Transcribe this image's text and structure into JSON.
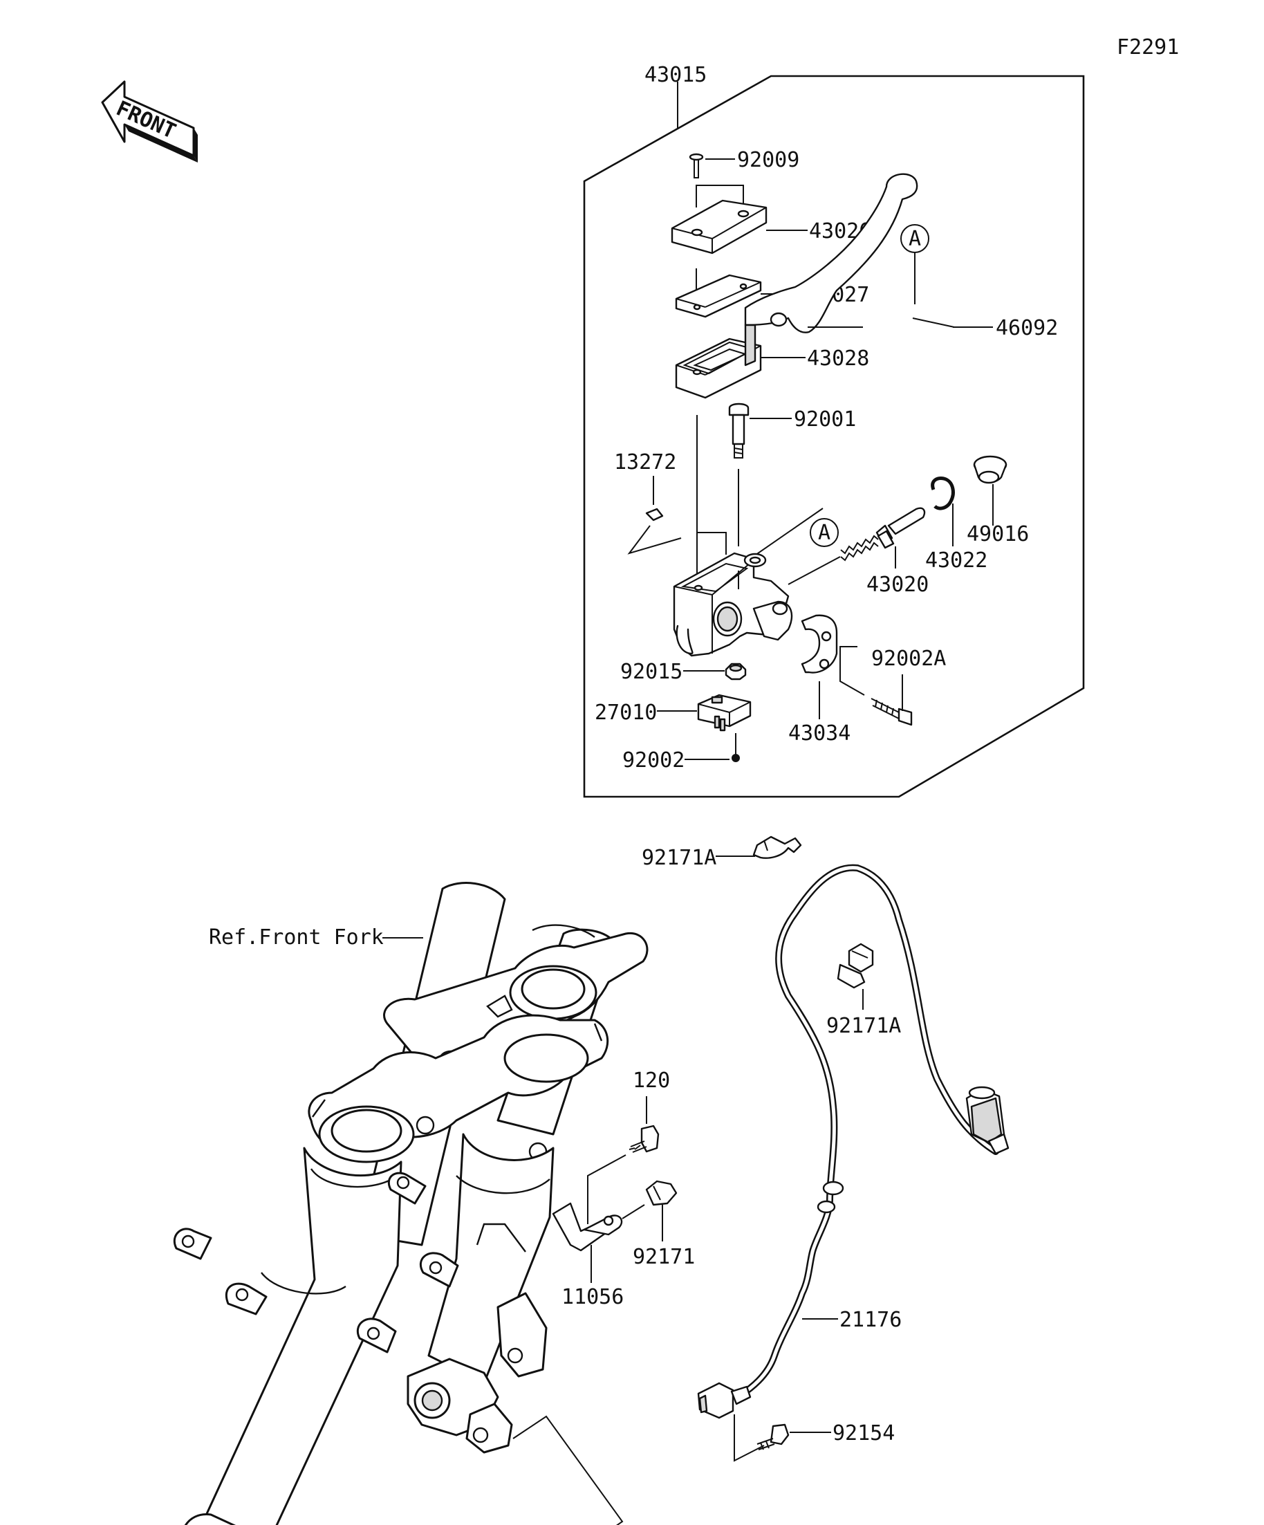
{
  "figure_code": "F2291",
  "front_arrow_label": "FRONT",
  "reference_label": "Ref.Front Fork",
  "callout_a": "A",
  "parts": {
    "p43015": "43015",
    "p92009": "92009",
    "p43026": "43026",
    "p43027": "43027",
    "p43028": "43028",
    "p46092": "46092",
    "p92001": "92001",
    "p13272": "13272",
    "p49016": "49016",
    "p43022": "43022",
    "p43020": "43020",
    "p92002A": "92002A",
    "p92015": "92015",
    "p27010": "27010",
    "p43034": "43034",
    "p92002": "92002",
    "p92171A_top": "92171A",
    "p92171A_mid": "92171A",
    "p120": "120",
    "p92171": "92171",
    "p11056": "11056",
    "p21176": "21176",
    "p92154": "92154"
  }
}
